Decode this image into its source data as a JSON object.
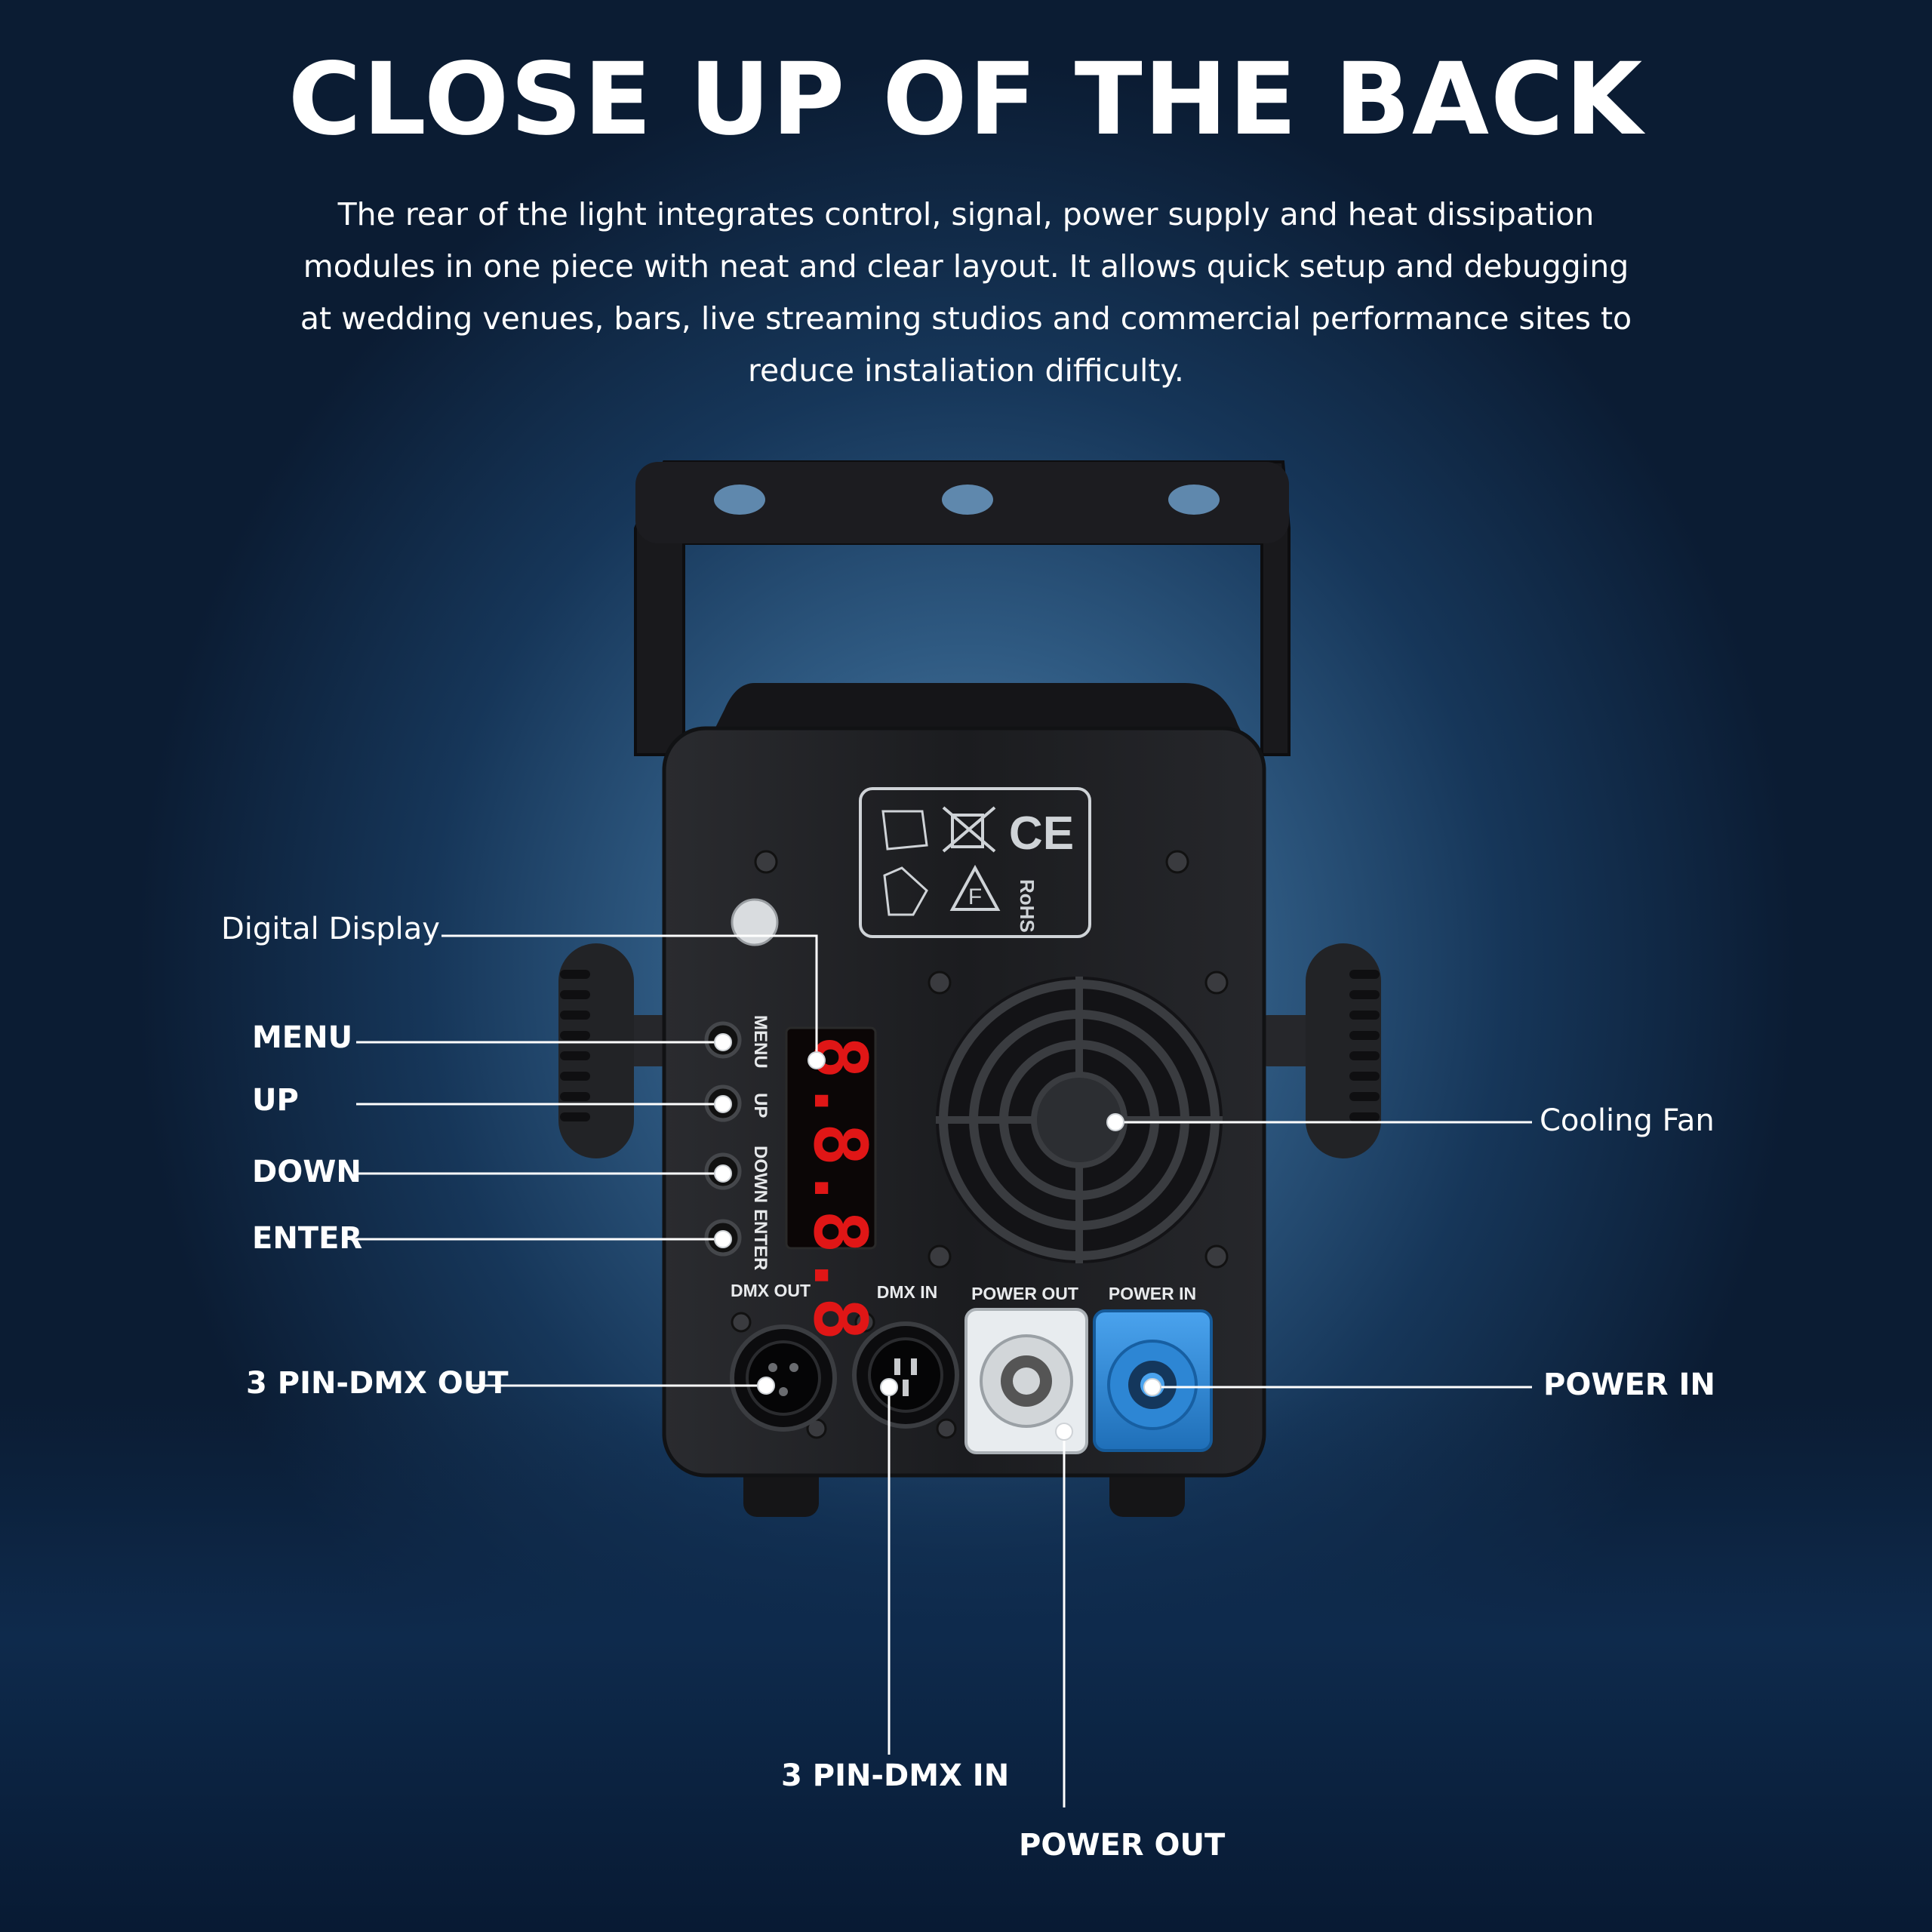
{
  "heading": "CLOSE UP OF THE BACK",
  "description": "The rear of the light integrates control, signal, power supply and heat dissipation modules in one piece with neat and clear layout. It allows quick setup and debugging at wedding venues, bars, live streaming studios and commercial performance sites to reduce instaliation difficulty.",
  "callouts": {
    "digital_display": "Digital Display",
    "menu": "MENU",
    "up": "UP",
    "down": "DOWN",
    "enter": "ENTER",
    "dmx_out": "3 PIN-DMX OUT",
    "dmx_in": "3 PIN-DMX IN",
    "power_out": "POWER OUT",
    "power_in": "POWER IN",
    "cooling_fan": "Cooling Fan"
  },
  "panel_labels": {
    "menu": "MENU",
    "up": "UP",
    "down": "DOWN",
    "enter": "ENTER",
    "dmx_out": "DMX OUT",
    "dmx_in": "DMX IN",
    "power_out": "POWER OUT",
    "power_in": "POWER IN",
    "display_readout": "8.8.8.8.",
    "rohs": "RoHS",
    "ce": "CE"
  },
  "colors": {
    "display_red": "#e01616",
    "power_in_blue": "#2f8ee0",
    "power_out_white": "#e8ecef",
    "housing": "#1e1f22"
  }
}
